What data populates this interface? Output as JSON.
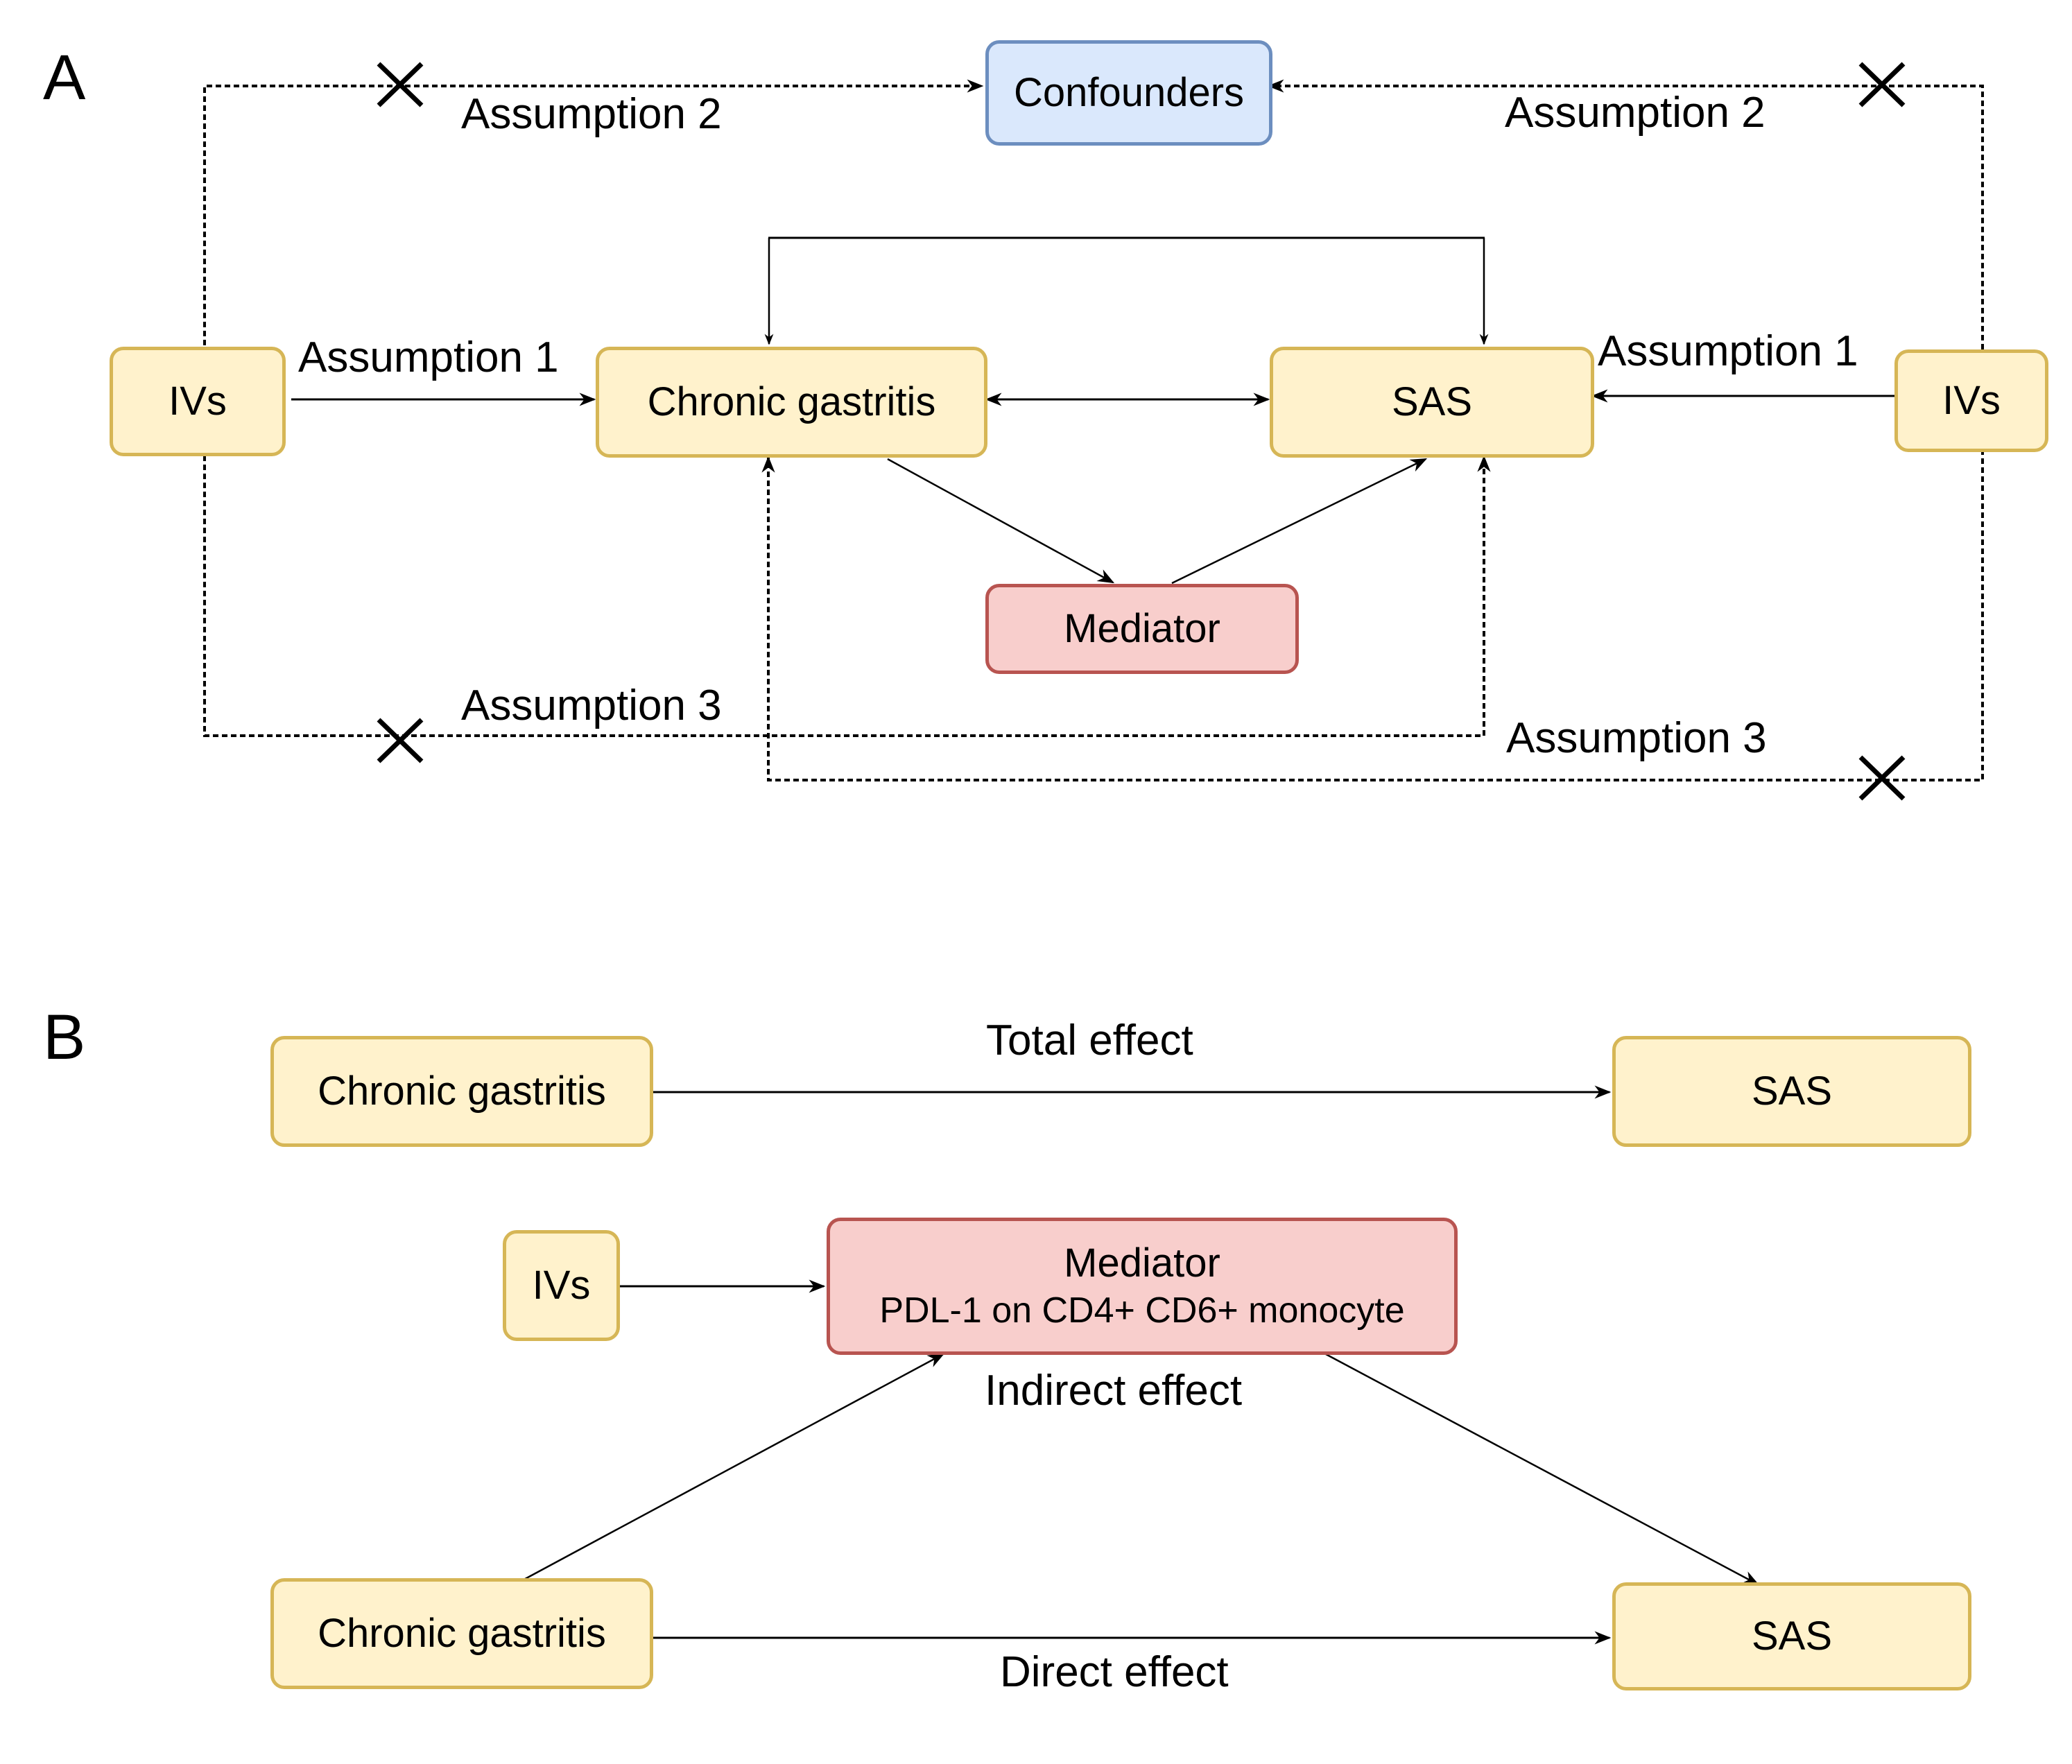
{
  "panels": {
    "a": {
      "label": "A",
      "nodes": {
        "confounders": "Confounders",
        "ivs_left": "IVs",
        "exposure": "Chronic gastritis",
        "outcome": "SAS",
        "ivs_right": "IVs",
        "mediator": "Mediator"
      },
      "edge_labels": {
        "assumption2_left": "Assumption 2",
        "assumption2_right": "Assumption 2",
        "assumption1_left": "Assumption 1",
        "assumption1_right": "Assumption 1",
        "assumption3_left": "Assumption 3",
        "assumption3_right": "Assumption 3"
      },
      "edges": [
        {
          "from": "ivs_left",
          "to": "confounders",
          "style": "dotted",
          "violated_marker": true,
          "label": "Assumption 2"
        },
        {
          "from": "ivs_right",
          "to": "confounders",
          "style": "dotted",
          "violated_marker": true,
          "label": "Assumption 2"
        },
        {
          "from": "ivs_left",
          "to": "exposure",
          "style": "solid",
          "label": "Assumption 1"
        },
        {
          "from": "ivs_right",
          "to": "outcome",
          "style": "solid",
          "label": "Assumption 1"
        },
        {
          "from": "exposure",
          "to": "outcome",
          "style": "solid",
          "bidirectional": true
        },
        {
          "from": "top-connector",
          "to": "exposure",
          "style": "solid"
        },
        {
          "from": "top-connector",
          "to": "outcome",
          "style": "solid"
        },
        {
          "from": "exposure",
          "to": "mediator",
          "style": "solid"
        },
        {
          "from": "mediator",
          "to": "outcome",
          "style": "solid"
        },
        {
          "from": "ivs_left",
          "to": "outcome",
          "style": "dotted",
          "violated_marker": true,
          "label": "Assumption 3"
        },
        {
          "from": "ivs_right",
          "to": "exposure",
          "style": "dotted",
          "violated_marker": true,
          "label": "Assumption 3"
        }
      ],
      "violation_marker": "×"
    },
    "b": {
      "label": "B",
      "nodes": {
        "exposure_total": "Chronic gastritis",
        "outcome_total": "SAS",
        "ivs": "IVs",
        "mediator_title": "Mediator",
        "mediator_detail": "PDL-1 on CD4+ CD6+ monocyte",
        "exposure_direct": "Chronic gastritis",
        "outcome_direct": "SAS"
      },
      "edge_labels": {
        "total": "Total effect",
        "indirect": "Indirect effect",
        "direct": "Direct effect"
      }
    }
  },
  "colors": {
    "variable_fill": "#FFF2CC",
    "variable_stroke": "#D6B656",
    "confounder_fill": "#DAE8FC",
    "confounder_stroke": "#6C8EBF",
    "mediator_fill": "#F8CECC",
    "mediator_stroke": "#B85450",
    "edge": "#000000"
  }
}
